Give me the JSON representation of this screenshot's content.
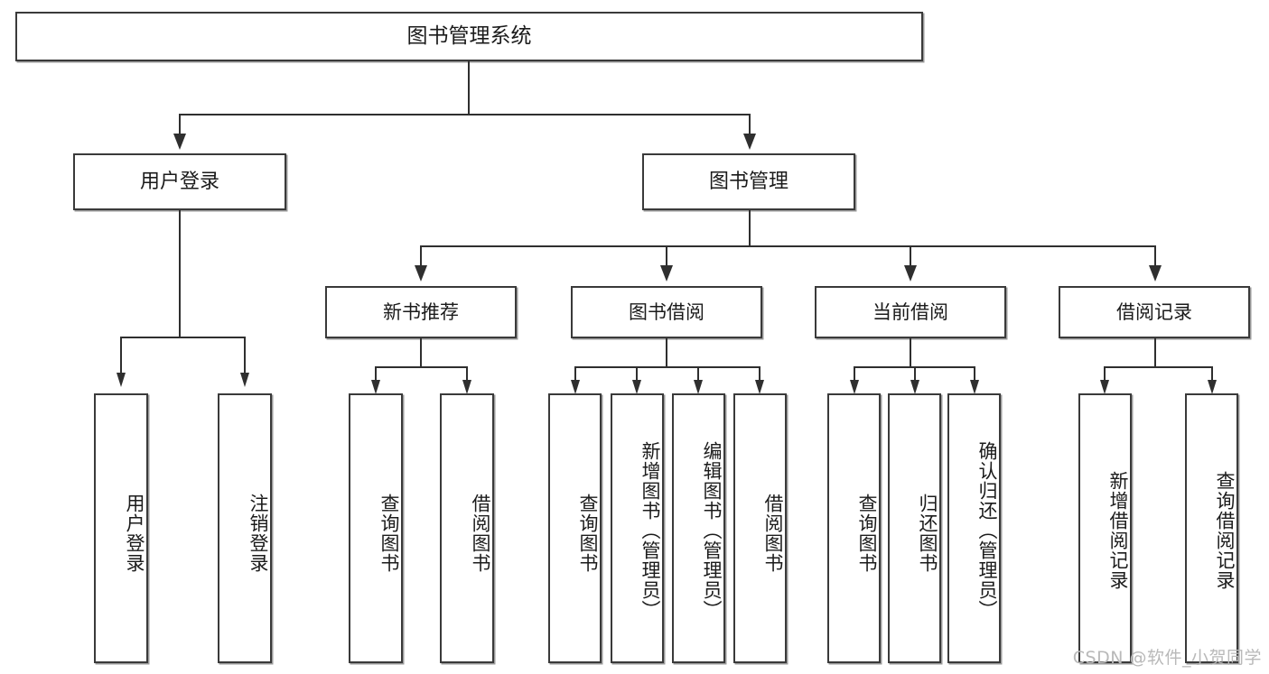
{
  "diagram": {
    "title": "图书管理系统",
    "type": "tree",
    "root": {
      "label": "图书管理系统"
    },
    "level2": [
      {
        "id": "user-login",
        "label": "用户登录"
      },
      {
        "id": "book-management",
        "label": "图书管理"
      }
    ],
    "level3": [
      {
        "id": "new-book-recommend",
        "label": "新书推荐"
      },
      {
        "id": "book-borrow",
        "label": "图书借阅"
      },
      {
        "id": "current-borrow",
        "label": "当前借阅"
      },
      {
        "id": "borrow-record",
        "label": "借阅记录"
      }
    ],
    "leaves": {
      "user_login": [
        {
          "id": "leaf-user-login",
          "label": "用户登录"
        },
        {
          "id": "leaf-user-logout",
          "label": "注销登录"
        }
      ],
      "new_book_recommend": [
        {
          "id": "leaf-query-book-1",
          "label": "查询图书"
        },
        {
          "id": "leaf-borrow-book-1",
          "label": "借阅图书"
        }
      ],
      "book_borrow": [
        {
          "id": "leaf-query-book-2",
          "label": "查询图书"
        },
        {
          "id": "leaf-add-book",
          "label": "新增图书（管理员）"
        },
        {
          "id": "leaf-edit-book",
          "label": "编辑图书（管理员）"
        },
        {
          "id": "leaf-borrow-book-2",
          "label": "借阅图书"
        }
      ],
      "current_borrow": [
        {
          "id": "leaf-query-book-3",
          "label": "查询图书"
        },
        {
          "id": "leaf-return-book",
          "label": "归还图书"
        },
        {
          "id": "leaf-confirm-return",
          "label": "确认归还（管理员）"
        }
      ],
      "borrow_record": [
        {
          "id": "leaf-add-record",
          "label": "新增借阅记录"
        },
        {
          "id": "leaf-query-record",
          "label": "查询借阅记录"
        }
      ]
    }
  },
  "watermark": {
    "text": "CSDN @软件_小贺同学"
  },
  "colors": {
    "background": "#ffffff",
    "box_border": "#3a3a3a",
    "box_fill": "#ffffff",
    "connector": "#2f2f2f",
    "text": "#1b1b1b",
    "watermark": "#b9b9b9"
  }
}
